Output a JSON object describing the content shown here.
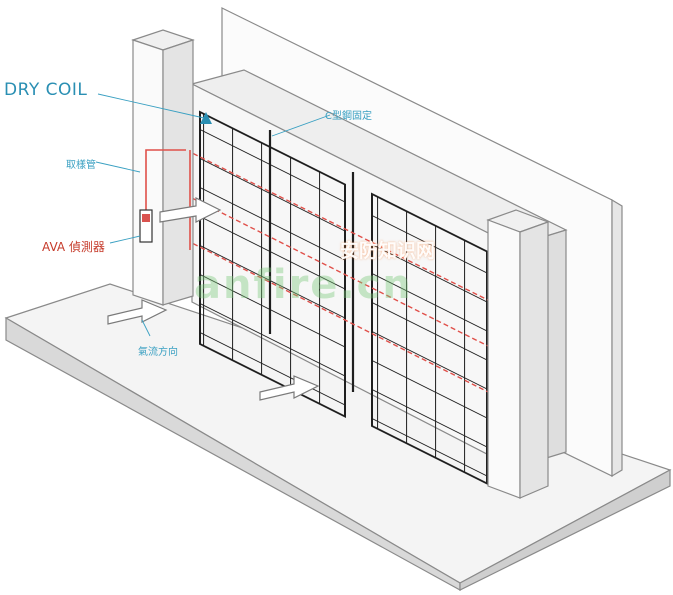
{
  "labels": {
    "dry_coil": "DRY COIL",
    "c_bracket": "C型鋼固定",
    "sampling_pipe": "取樣管",
    "ava_detector": "AVA 偵測器",
    "airflow_direction": "氣流方向"
  },
  "watermark": {
    "cn_text": "安防知识网",
    "latin_text": "anfire.cn"
  },
  "colors": {
    "label_blue": "#2a8fb3",
    "detector_red": "#c63a2a",
    "pipe_red": "#e0504a",
    "line_gray": "#222222",
    "watermark_green": "#78c878",
    "watermark_orange": "#f5823c"
  },
  "icons": {
    "airflow": "hollow-arrow-icon",
    "detector": "detector-box-icon"
  }
}
